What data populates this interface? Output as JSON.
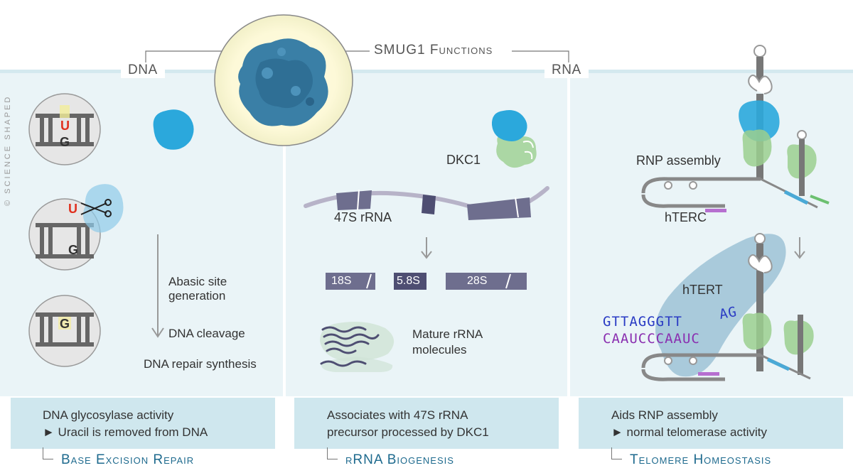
{
  "title": "SMUG1 Functions",
  "watermark": "© SCIENCE SHAPED",
  "columns": {
    "dna": {
      "header": "DNA",
      "base_top": "U",
      "base_bottom": "G",
      "base_mid": "U",
      "base_mid_bottom": "G",
      "base_last": "G",
      "step1": "Abasic site generation",
      "step1a": "Abasic site",
      "step1b": "generation",
      "step2": "DNA cleavage",
      "step3": "DNA repair synthesis",
      "box_line1": "DNA glycosylase activity",
      "box_line2": "► Uracil is removed from DNA",
      "section": "Base Excision Repair"
    },
    "rrna": {
      "header": "",
      "dkc1": "DKC1",
      "precursor": "47S rRNA",
      "tag1": "18S",
      "tag2": "5.8S",
      "tag3": "28S",
      "mature1": "Mature rRNA",
      "mature2": "molecules",
      "box_line1": "Associates with 47S rRNA",
      "box_line2": "precursor processed by DKC1",
      "section": "rRNA Biogenesis"
    },
    "rna": {
      "header": "RNA",
      "assembly": "RNP assembly",
      "hterc": "hTERC",
      "htert": "hTERT",
      "seq_top": "GTTAGGGTT",
      "seq_top_tail": "AG",
      "seq_bottom": "CAAUCCCAAUC",
      "box_line1": "Aids RNP assembly",
      "box_line2": "► normal telomerase activity",
      "section": "Telomere Homeostasis"
    }
  },
  "colors": {
    "panel": "#eaf4f7",
    "box": "#cfe7ee",
    "section_text": "#1e6a8e",
    "smug1": "#2ba8dc",
    "dkc1": "#9bcf8f",
    "uracil": "#e0301e",
    "seq_dna": "#2a3bc4",
    "seq_rna": "#8a2fb0",
    "rna_tag_dark": "#4e4e72",
    "rna_tag_mid": "#6e6e8e"
  }
}
